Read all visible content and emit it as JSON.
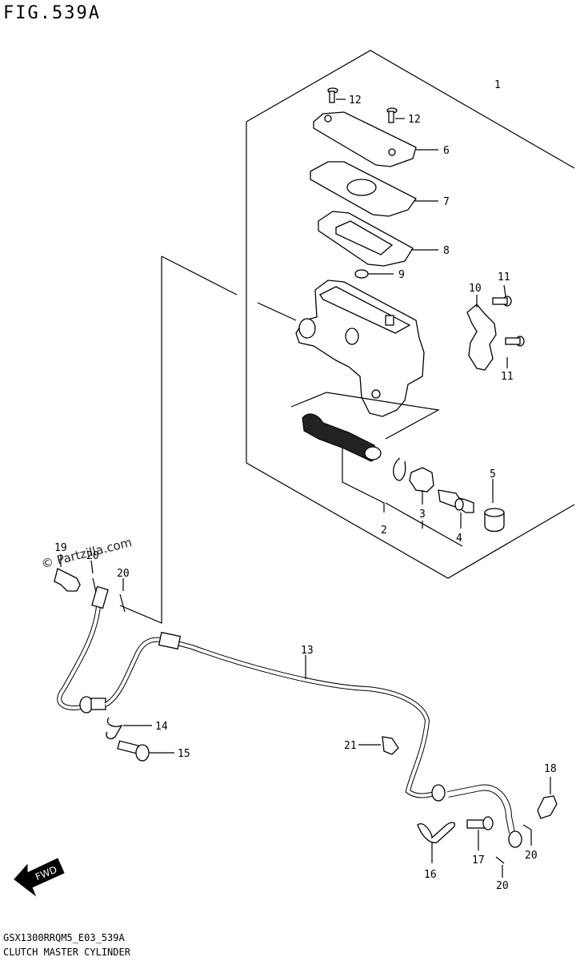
{
  "figure": {
    "title": "FIG.539A",
    "model_code": "GSX1300RRQM5_E03_539A",
    "caption": "CLUTCH MASTER CYLINDER",
    "watermark": "© Partzilla.com",
    "fwd_label": "FWD"
  },
  "callouts": {
    "c1": "1",
    "c2": "2",
    "c3": "3",
    "c4": "4",
    "c5": "5",
    "c6": "6",
    "c7": "7",
    "c8": "8",
    "c9": "9",
    "c10": "10",
    "c11a": "11",
    "c11b": "11",
    "c12a": "12",
    "c12b": "12",
    "c13": "13",
    "c14": "14",
    "c15": "15",
    "c16": "16",
    "c17": "17",
    "c18": "18",
    "c19": "19",
    "c20a": "20",
    "c20b": "20",
    "c20c": "20",
    "c20d": "20",
    "c21": "21"
  }
}
